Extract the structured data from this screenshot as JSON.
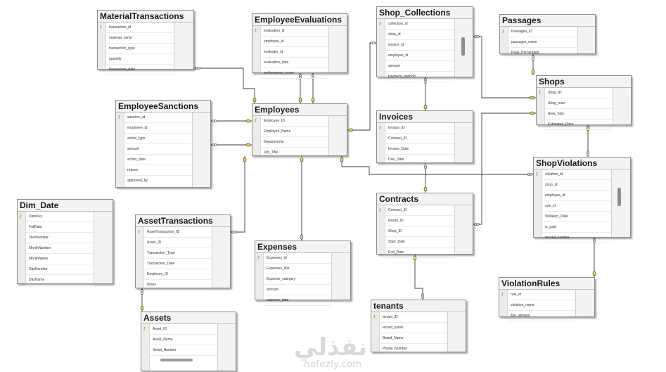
{
  "tables": [
    {
      "id": "MaterialTransactions",
      "title": "MaterialTransactions",
      "key_index": 0,
      "columns": [
        "transaction_id",
        "material_name",
        "transaction_type",
        "quantity",
        "transaction_date"
      ]
    },
    {
      "id": "EmployeeEvaluations",
      "title": "EmployeeEvaluations",
      "key_index": 0,
      "columns": [
        "evaluation_id",
        "employee_id",
        "evaluator_id",
        "evaluation_date",
        "performance_score"
      ]
    },
    {
      "id": "Shop_Collections",
      "title": "Shop_Collections",
      "key_index": 0,
      "columns": [
        "collection_id",
        "shop_id",
        "invoice_id",
        "employee_id",
        "amount",
        "payment_method"
      ]
    },
    {
      "id": "Passages",
      "title": "Passages",
      "key_index": 0,
      "columns": [
        "Passages_ID",
        "passages_name",
        "Peak_Percentage"
      ]
    },
    {
      "id": "Shops",
      "title": "Shops",
      "key_index": 0,
      "columns": [
        "Shop_ID",
        "Shop_num",
        "Area_Size",
        "Estimated_Price"
      ]
    },
    {
      "id": "EmployeeSanctions",
      "title": "EmployeeSanctions",
      "key_index": 0,
      "columns": [
        "sanction_id",
        "employee_id",
        "action_type",
        "amount",
        "action_date",
        "reason",
        "approved_by"
      ]
    },
    {
      "id": "Employees",
      "title": "Employees",
      "key_index": 0,
      "columns": [
        "Employee_ID",
        "Employee_Name",
        "Departments",
        "Job_Title"
      ]
    },
    {
      "id": "Invoices",
      "title": "Invoices",
      "key_index": 0,
      "columns": [
        "Invoice_ID",
        "Contract_ID",
        "Invoice_Date",
        "Due_Date"
      ]
    },
    {
      "id": "ShopViolations",
      "title": "ShopViolations",
      "key_index": 0,
      "columns": [
        "violation_id",
        "shop_id",
        "employee_id",
        "rule_id",
        "Violation_Date",
        "is_paid",
        "receipt_number"
      ]
    },
    {
      "id": "Dim_Date",
      "title": "Dim_Date",
      "key_index": 0,
      "columns": [
        "DateKey",
        "FullDate",
        "YearNumber",
        "MonthNumber",
        "MonthName",
        "DayNumber",
        "DayName"
      ]
    },
    {
      "id": "AssetTransactions",
      "title": "AssetTransactions",
      "key_index": 0,
      "columns": [
        "AssetTransaction_ID",
        "Asset_ID",
        "Transaction_Type",
        "Transaction_Date",
        "Employee_ID",
        "Notes"
      ]
    },
    {
      "id": "Contracts",
      "title": "Contracts",
      "key_index": 0,
      "columns": [
        "Contract_ID",
        "tenant_ID",
        "Shop_ID",
        "Start_Date",
        "End_Date"
      ]
    },
    {
      "id": "Expenses",
      "title": "Expenses",
      "key_index": 0,
      "columns": [
        "Expenses_id",
        "Expenses_title",
        "Expense_category",
        "amount",
        "expense_date"
      ]
    },
    {
      "id": "ViolationRules",
      "title": "ViolationRules",
      "key_index": 0,
      "columns": [
        "rule_id",
        "violation_name",
        "fine_amount"
      ]
    },
    {
      "id": "tenants",
      "title": "tenants",
      "key_index": 0,
      "columns": [
        "tenant_ID",
        "tenant_name",
        "Brand_Name",
        "Phone_Number"
      ]
    },
    {
      "id": "Assets",
      "title": "Assets",
      "key_index": 0,
      "columns": [
        "Asset_ID",
        "Asset_Name",
        "Serial_Number"
      ]
    }
  ],
  "relationships": [
    {
      "from": "MaterialTransactions",
      "to": "Employees"
    },
    {
      "from": "EmployeeEvaluations",
      "to": "Employees"
    },
    {
      "from": "EmployeeEvaluations",
      "to": "Employees"
    },
    {
      "from": "EmployeeSanctions",
      "to": "Employees"
    },
    {
      "from": "EmployeeSanctions",
      "to": "Employees"
    },
    {
      "from": "Shop_Collections",
      "to": "Employees"
    },
    {
      "from": "Shop_Collections",
      "to": "Invoices"
    },
    {
      "from": "Shop_Collections",
      "to": "Shops"
    },
    {
      "from": "Passages",
      "to": "Shops"
    },
    {
      "from": "Invoices",
      "to": "Contracts"
    },
    {
      "from": "Contracts",
      "to": "Shops"
    },
    {
      "from": "Contracts",
      "to": "tenants"
    },
    {
      "from": "ShopViolations",
      "to": "Shops"
    },
    {
      "from": "ShopViolations",
      "to": "Employees"
    },
    {
      "from": "ShopViolations",
      "to": "ViolationRules"
    },
    {
      "from": "AssetTransactions",
      "to": "Employees"
    },
    {
      "from": "AssetTransactions",
      "to": "Assets"
    },
    {
      "from": "Expenses",
      "to": "Employees"
    }
  ],
  "watermark": {
    "arabic": "نفذلي",
    "latin": "nafezly.com"
  }
}
